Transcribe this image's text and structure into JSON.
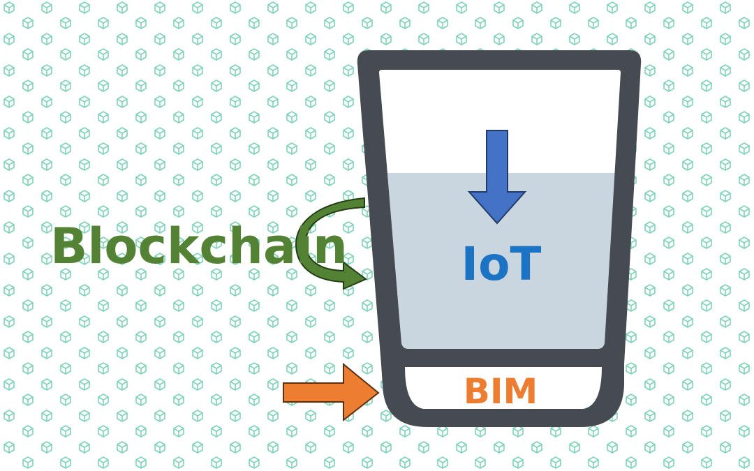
{
  "labels": {
    "blockchain": "Blockchain",
    "iot": "IoT",
    "bim": "BIM"
  },
  "colors": {
    "background": "#ffffff",
    "pattern_cube": "#7fd3b4",
    "glass_outline": "#464a51",
    "water": "#c9d5df",
    "iot_text": "#1c73c4",
    "iot_arrow": "#4472c4",
    "iot_arrow_stroke": "#1f3a6b",
    "blockchain_text": "#548235",
    "blockchain_arrow": "#548235",
    "blockchain_arrow_stroke": "#233d14",
    "bim_text": "#ed7d31",
    "bim_arrow": "#ed7d31",
    "bim_arrow_stroke": "#5a2f0f"
  },
  "icons": {
    "pattern": "cube-icon",
    "iot_arrow": "arrow-down-icon",
    "blockchain_arrow": "curved-arrow-icon",
    "bim_arrow": "arrow-right-icon"
  }
}
